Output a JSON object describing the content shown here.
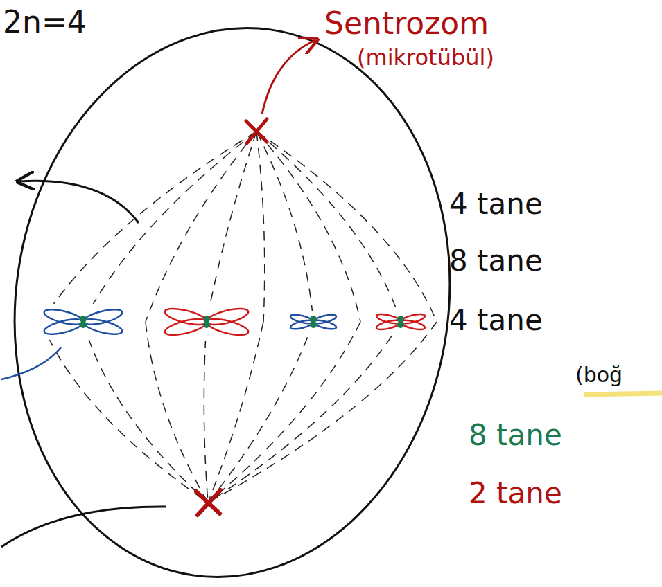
{
  "diagram": {
    "labels": [
      "2n=4",
      "Sentrozom",
      "(mikrotübül)",
      "4 tane",
      "8 tane",
      "4 tane",
      "(boğ",
      "8 tane",
      "2 tane"
    ]
  }
}
